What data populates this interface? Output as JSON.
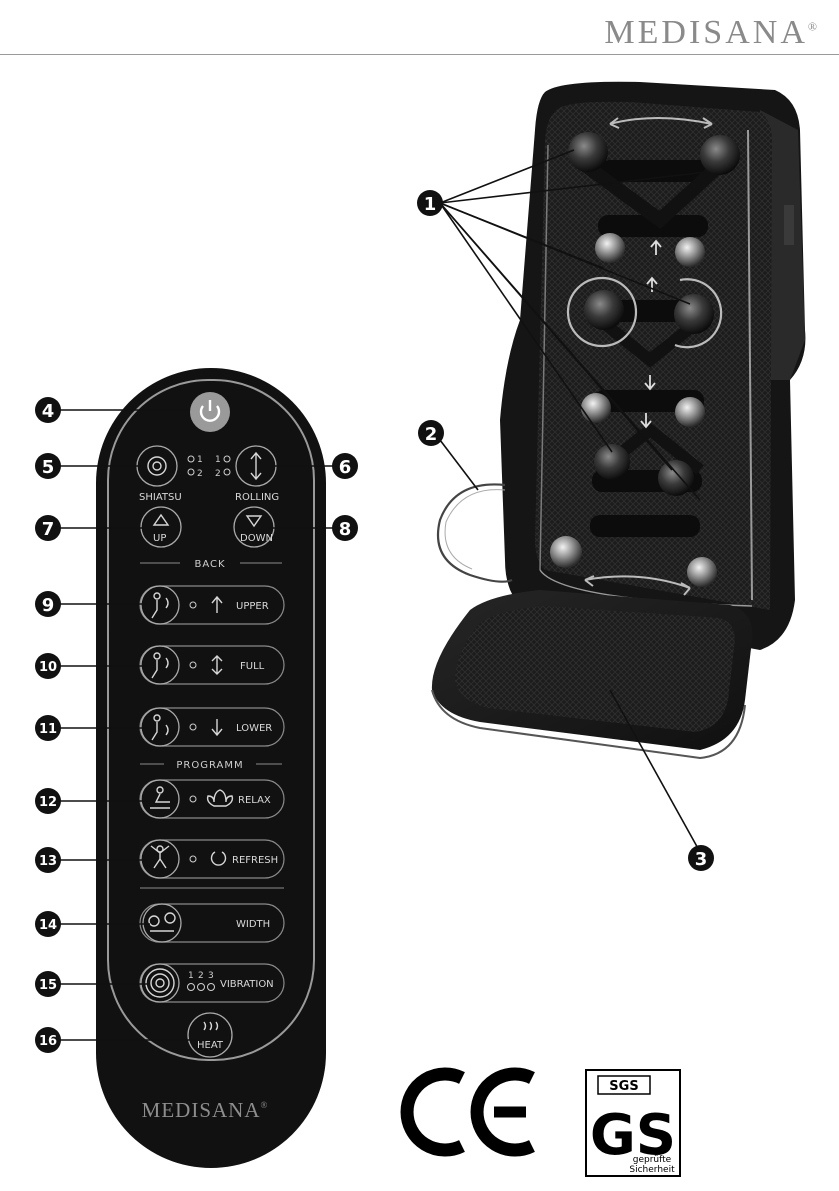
{
  "header": {
    "brand": "MEDISANA",
    "reg_mark": "®"
  },
  "remote": {
    "brand": "MEDISANA",
    "reg_mark": "®",
    "shiatsu_label": "SHIATSU",
    "rolling_label": "ROLLING",
    "up_label": "UP",
    "down_label": "DOWN",
    "back_section": "BACK",
    "upper_label": "UPPER",
    "full_label": "FULL",
    "lower_label": "LOWER",
    "programm_section": "PROGRAMM",
    "relax_label": "RELAX",
    "refresh_label": "REFRESH",
    "width_label": "WIDTH",
    "vibration_label": "VIBRATION",
    "heat_label": "HEAT",
    "level_1": "1",
    "level_2": "2",
    "level_3": "3"
  },
  "callouts": [
    "1",
    "2",
    "3",
    "4",
    "5",
    "6",
    "7",
    "8",
    "9",
    "10",
    "11",
    "12",
    "13",
    "14",
    "15",
    "16"
  ],
  "certifications": {
    "ce": "CE",
    "sgs": "SGS",
    "gs": "GS",
    "gs_text_line1": "geprüfte",
    "gs_text_line2": "Sicherheit"
  },
  "colors": {
    "device": "#1a1a1a",
    "accent": "#9a9a9a",
    "callout_bg": "#111111"
  }
}
